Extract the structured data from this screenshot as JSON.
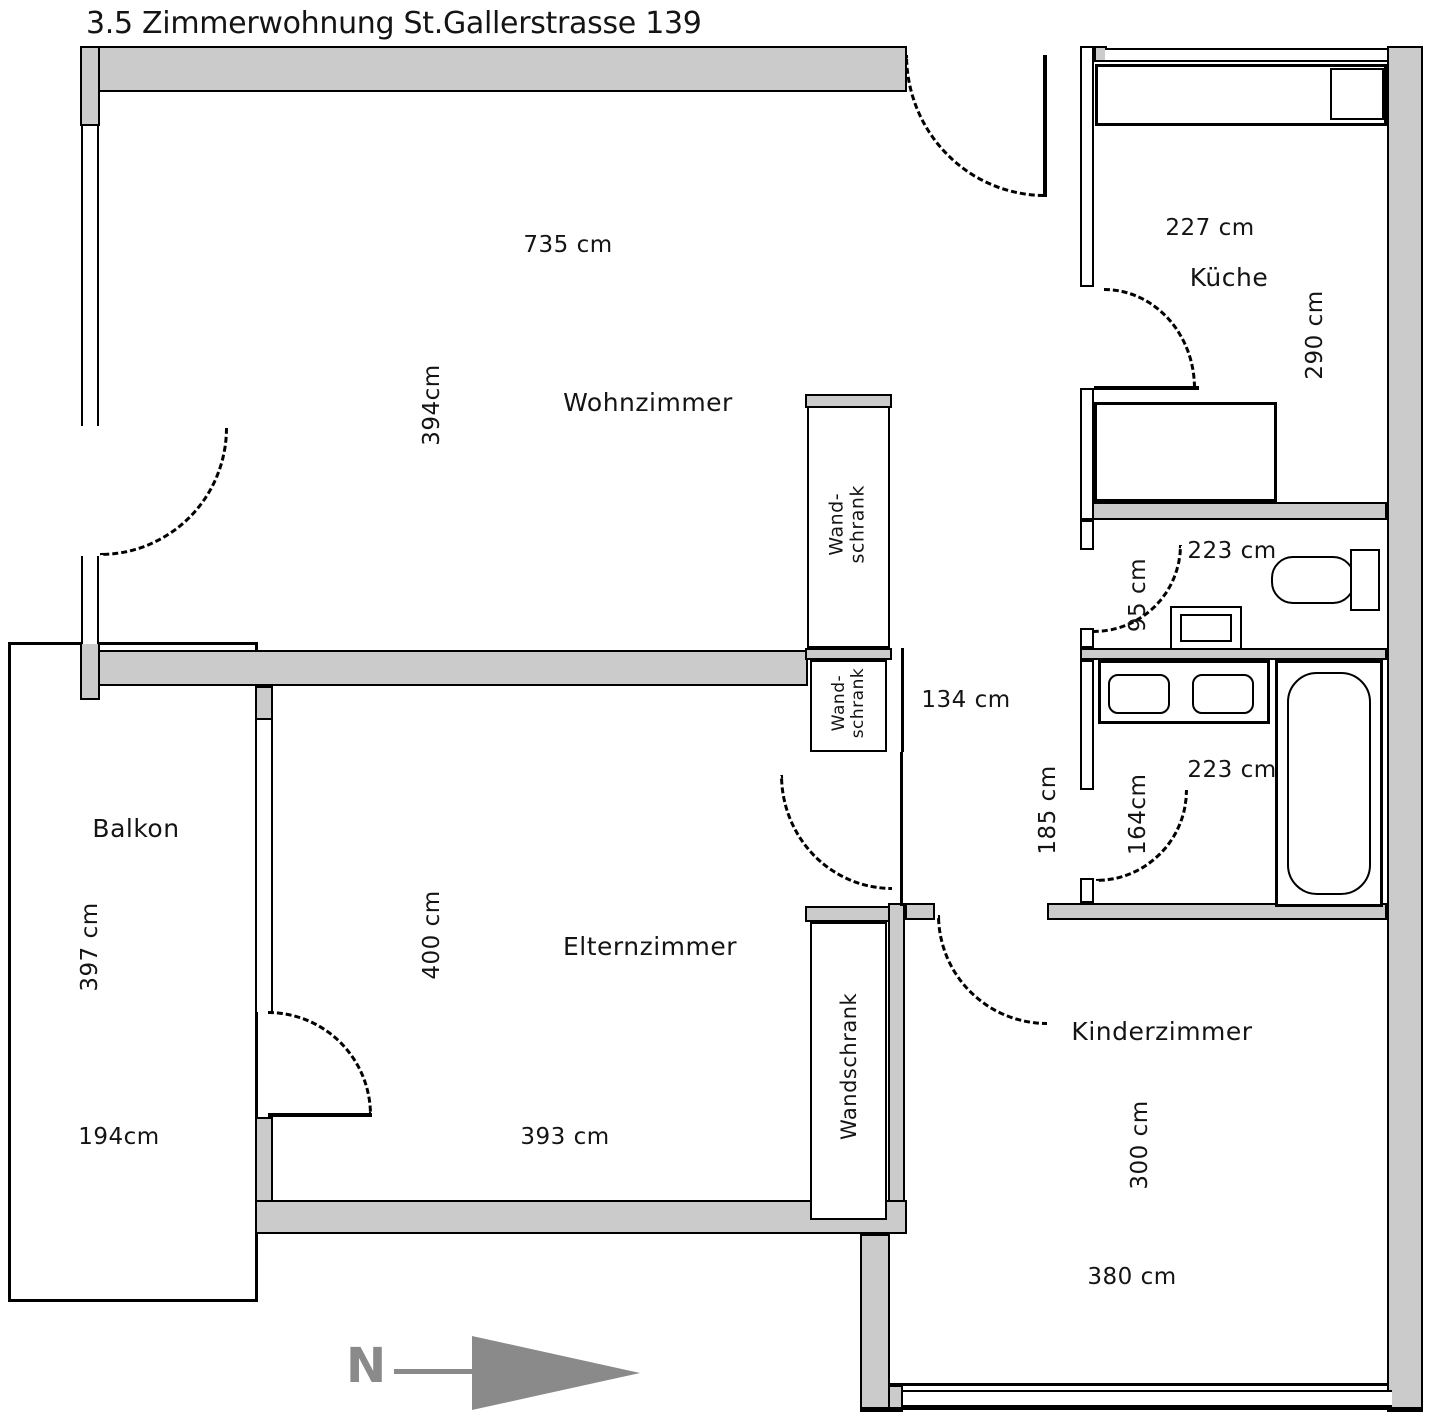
{
  "title": "3.5 Zimmerwohnung St.Gallerstrasse 139",
  "compass": {
    "north_label": "N"
  },
  "rooms": {
    "wohnzimmer": {
      "name": "Wohnzimmer",
      "width": "735 cm",
      "depth": "394cm"
    },
    "kueche": {
      "name": "Küche",
      "width": "227 cm",
      "depth": "290 cm"
    },
    "wc": {
      "width": "223 cm",
      "depth": "95 cm"
    },
    "bad": {
      "width": "223 cm",
      "depth": "164cm"
    },
    "flur": {
      "width": "134 cm",
      "depth": "185 cm"
    },
    "balkon": {
      "name": "Balkon",
      "width": "194cm",
      "depth": "397 cm"
    },
    "elternzimmer": {
      "name": "Elternzimmer",
      "width": "393 cm",
      "depth": "400 cm"
    },
    "kinderzimmer": {
      "name": "Kinderzimmer",
      "width": "380 cm",
      "depth": "300 cm"
    },
    "schrank_flur_oben": {
      "line1": "Wand-",
      "line2": "schrank"
    },
    "schrank_flur_unten": {
      "line1": "Wand-",
      "line2": "schrank"
    },
    "schrank_kinder": {
      "name": "Wandschrank"
    }
  },
  "colors": {
    "wall_fill": "#cbcbcb",
    "line": "#000000",
    "compass_gray": "#8a8a8a",
    "background": "#ffffff"
  }
}
